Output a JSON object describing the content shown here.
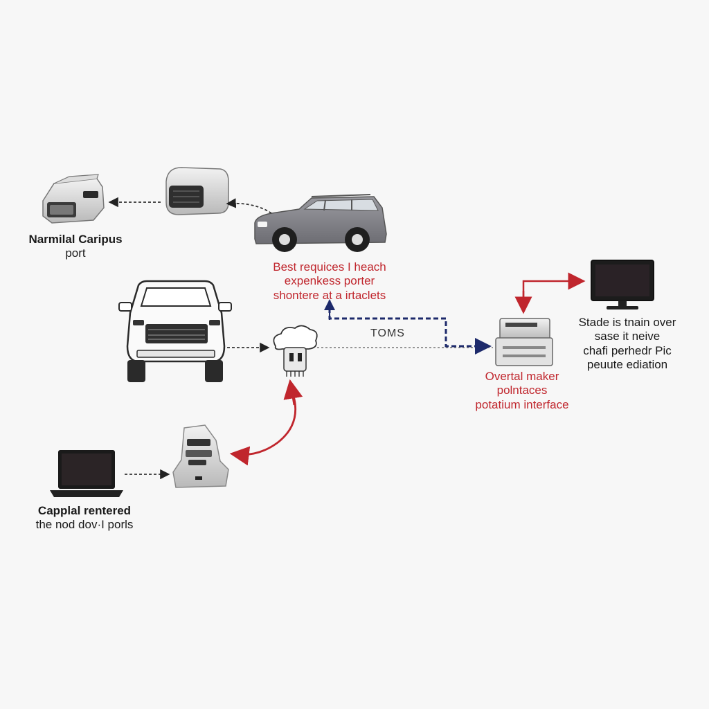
{
  "labels": {
    "obd_port": {
      "line1": "Narmilal Caripus",
      "line2": "port"
    },
    "car_note": {
      "line1": "Best requices I heach",
      "line2": "expenkess porter",
      "line3": "shontere at a irtaclets"
    },
    "link_label": "TOMS",
    "printer_note": {
      "line1": "Overtal maker",
      "line2": "polntaces",
      "line3": "potatium interface"
    },
    "monitor_note": {
      "line1": "Stade is tnain over",
      "line2": "sase it neive",
      "line3": "chafi perhedr Pic",
      "line4": "peuute ediation"
    },
    "laptop_note": {
      "line1": "Capplal rentered",
      "line2": "the nod dov·I porls"
    }
  },
  "icons": [
    "obd-connector-icon",
    "obd-adapter-icon",
    "suv-car-icon",
    "truck-front-icon",
    "cloud-device-icon",
    "printer-icon",
    "monitor-icon",
    "laptop-icon",
    "scanner-device-icon"
  ],
  "colors": {
    "accent_red": "#c0262d",
    "accent_navy": "#1d2a6b",
    "line_gray": "#333333"
  }
}
